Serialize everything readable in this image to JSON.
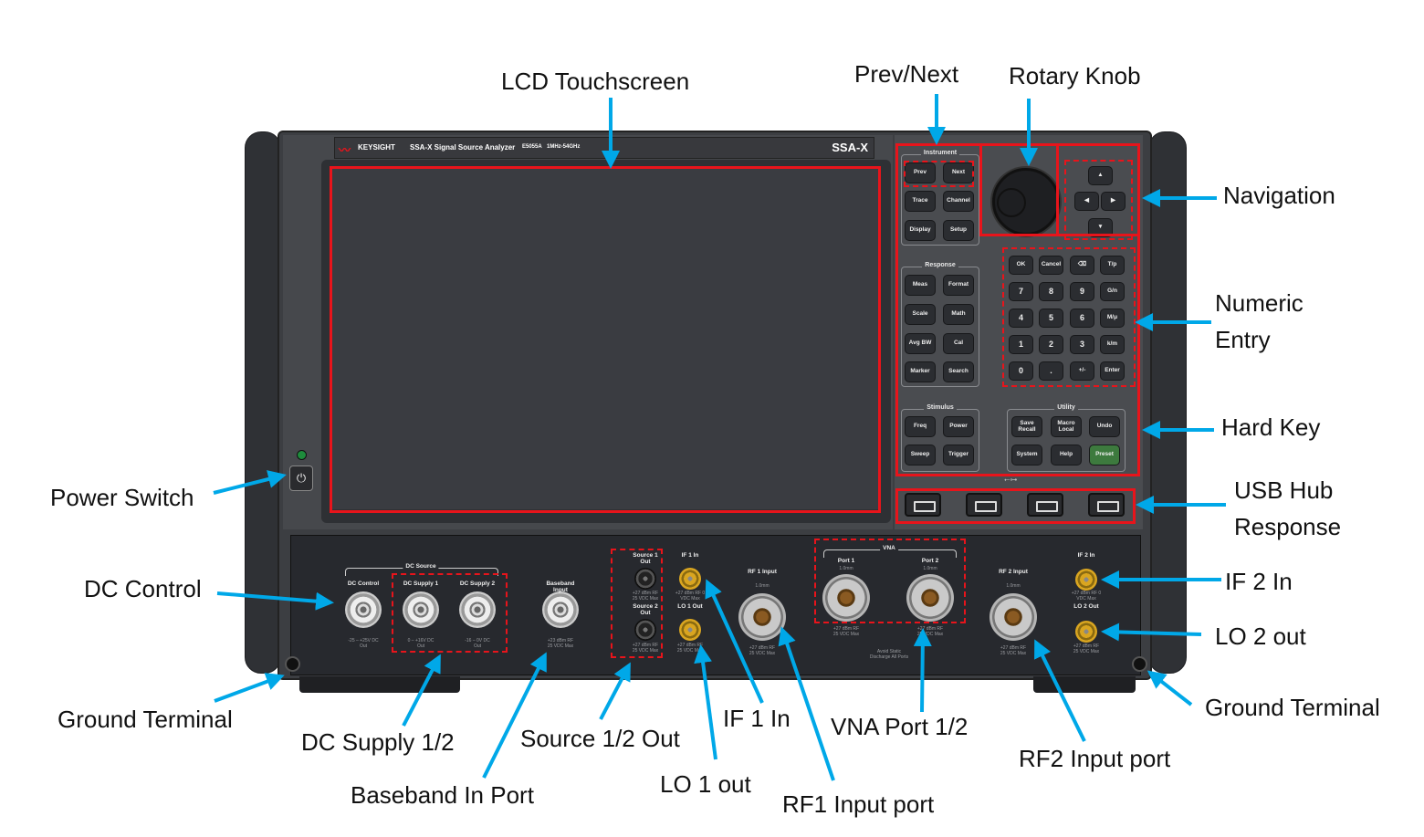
{
  "title_bar": {
    "brand": "KEYSIGHT",
    "product": "SSA-X Signal Source Analyzer",
    "model": "E5055A",
    "range": "1MHz-54GHz",
    "short_name": "SSA-X"
  },
  "callouts": {
    "lcd": "LCD Touchscreen",
    "prev_next": "Prev/Next",
    "rotary": "Rotary Knob",
    "navigation": "Navigation",
    "numeric_1": "Numeric",
    "numeric_2": "Entry",
    "hard_key": "Hard Key",
    "usb_1": "USB Hub",
    "usb_2": "Response",
    "if2": "IF 2 In",
    "lo2": "LO 2 out",
    "ground_right": "Ground Terminal",
    "power": "Power Switch",
    "dc_control": "DC Control",
    "ground_left": "Ground Terminal",
    "dc_supply": "DC Supply 1/2",
    "baseband": "Baseband In Port",
    "source": "Source 1/2 Out",
    "lo1": "LO 1 out",
    "if1": "IF 1 In",
    "rf1": "RF1 Input port",
    "vna": "VNA Port 1/2",
    "rf2": "RF2 Input port"
  },
  "keypad": {
    "instrument": {
      "title": "Instrument",
      "keys": [
        "Prev",
        "Next",
        "Trace",
        "Channel",
        "Display",
        "Setup"
      ]
    },
    "response": {
      "title": "Response",
      "keys": [
        "Meas",
        "Format",
        "Scale",
        "Math",
        "Avg BW",
        "Cal",
        "Marker",
        "Search"
      ]
    },
    "stimulus": {
      "title": "Stimulus",
      "keys": [
        "Freq",
        "Power",
        "Sweep",
        "Trigger"
      ]
    },
    "utility": {
      "title": "Utility",
      "keys": [
        "Save Recall",
        "Macro Local",
        "Undo",
        "System",
        "Help",
        "Preset"
      ]
    },
    "numeric": [
      "OK",
      "Cancel",
      "⌫",
      "T/p",
      "7",
      "8",
      "9",
      "G/n",
      "4",
      "5",
      "6",
      "M/μ",
      "1",
      "2",
      "3",
      "k/m",
      "0",
      ".",
      "+/-",
      "Enter"
    ],
    "navigation": [
      "▲",
      "◀",
      "▶",
      "▼"
    ],
    "power_symbol": "⏻",
    "usb_symbol": "⭠⊶"
  },
  "ports": {
    "dc_source_group": "DC Source",
    "vna_group": "VNA",
    "dc_control": {
      "label": "DC Control",
      "spec": "-25 – +25V DC Out"
    },
    "dc_supply1": {
      "label": "DC Supply 1",
      "spec": "0 – +16V DC Out"
    },
    "dc_supply2": {
      "label": "DC Supply 2",
      "spec": "-16 – 0V DC Out"
    },
    "baseband": {
      "label": "Baseband Input",
      "spec": "+23 dBm RF 25 VDC Max"
    },
    "source1": {
      "label": "Source 1 Out",
      "spec": "+27 dBm RF 25 VDC Max"
    },
    "source2": {
      "label": "Source 2 Out",
      "spec": "+27 dBm RF 25 VDC Max"
    },
    "if1": {
      "label": "IF 1 In",
      "spec": "+27 dBm RF 0 VDC Max"
    },
    "lo1": {
      "label": "LO 1 Out",
      "spec": "+27 dBm RF 25 VDC Max"
    },
    "rf1": {
      "label": "RF 1 Input",
      "sub": "1.0mm",
      "spec": "+27 dBm RF 25 VDC Max"
    },
    "port1": {
      "label": "Port 1",
      "sub": "1.0mm",
      "spec": "+27 dBm RF 25 VDC Max"
    },
    "port2": {
      "label": "Port 2",
      "sub": "1.0mm",
      "spec": "+27 dBm RF 25 VDC Max"
    },
    "static": "Avoid Static Discharge All Ports",
    "rf2": {
      "label": "RF 2 Input",
      "sub": "1.0mm",
      "spec": "+27 dBm RF 25 VDC Max"
    },
    "if2": {
      "label": "IF 2 In",
      "spec": "+27 dBm RF 0 VDC Max"
    },
    "lo2": {
      "label": "LO 2 Out",
      "spec": "+27 dBm RF 25 VDC Max"
    }
  },
  "colors": {
    "arrow": "#00a8e8",
    "highlight": "#e8141b",
    "preset": "#3d7a3e"
  }
}
